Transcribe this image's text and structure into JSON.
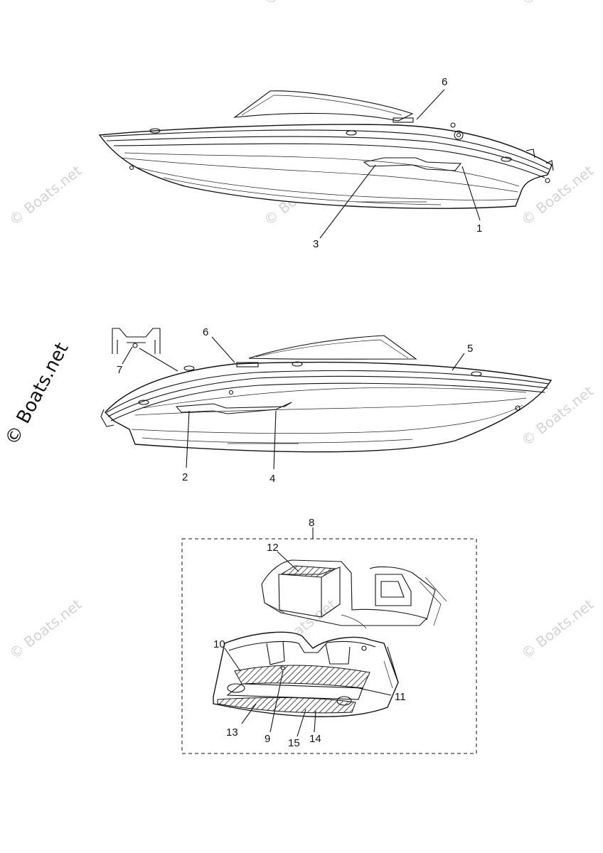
{
  "callouts": {
    "c1": "1",
    "c2": "2",
    "c3": "3",
    "c4": "4",
    "c5": "5",
    "c6a": "6",
    "c6b": "6",
    "c7": "7",
    "c8": "8",
    "c9": "9",
    "c10": "10",
    "c11": "11",
    "c12": "12",
    "c13": "13",
    "c14": "14",
    "c15": "15"
  },
  "watermark": {
    "text": "© Boats.net",
    "color": "#d3d3d3"
  },
  "colors": {
    "line": "#111111",
    "background": "#ffffff",
    "hatch": "#222222"
  }
}
